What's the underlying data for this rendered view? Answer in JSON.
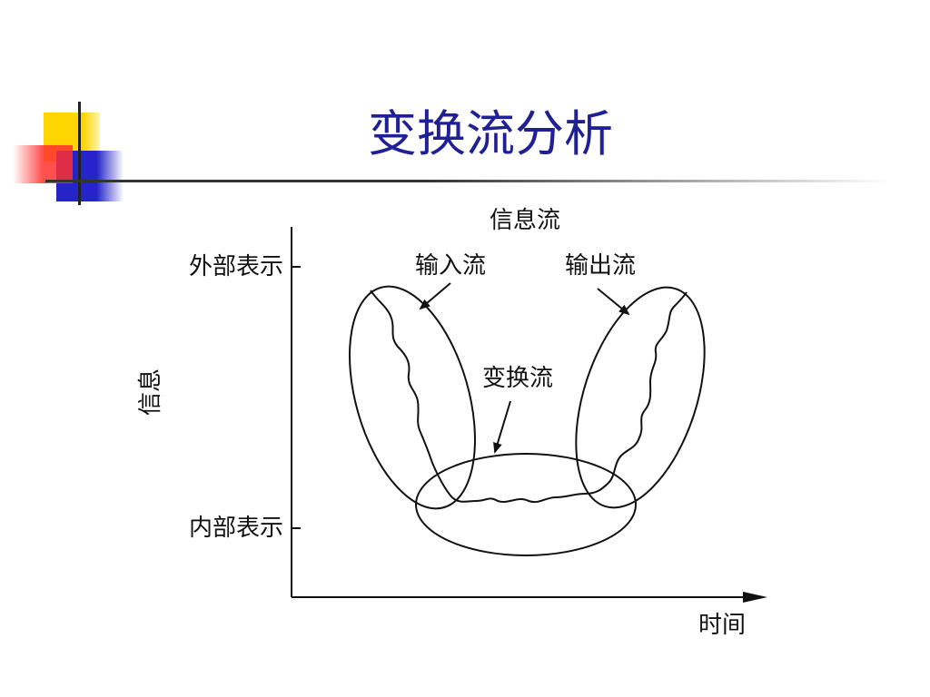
{
  "slide": {
    "title": "变换流分析"
  },
  "diagram": {
    "top_label": "信息流",
    "y_axis_label": "信息",
    "x_axis_label": "时间",
    "level_high": "外部表示",
    "level_low": "内部表示",
    "input_flow": "输入流",
    "output_flow": "输出流",
    "transform_flow": "变换流"
  },
  "colors": {
    "title": "#1f1f96",
    "rule": "#333333",
    "accent_yellow": "#ffd500",
    "accent_red": "#ff3030",
    "accent_blue": "#2424c8"
  }
}
